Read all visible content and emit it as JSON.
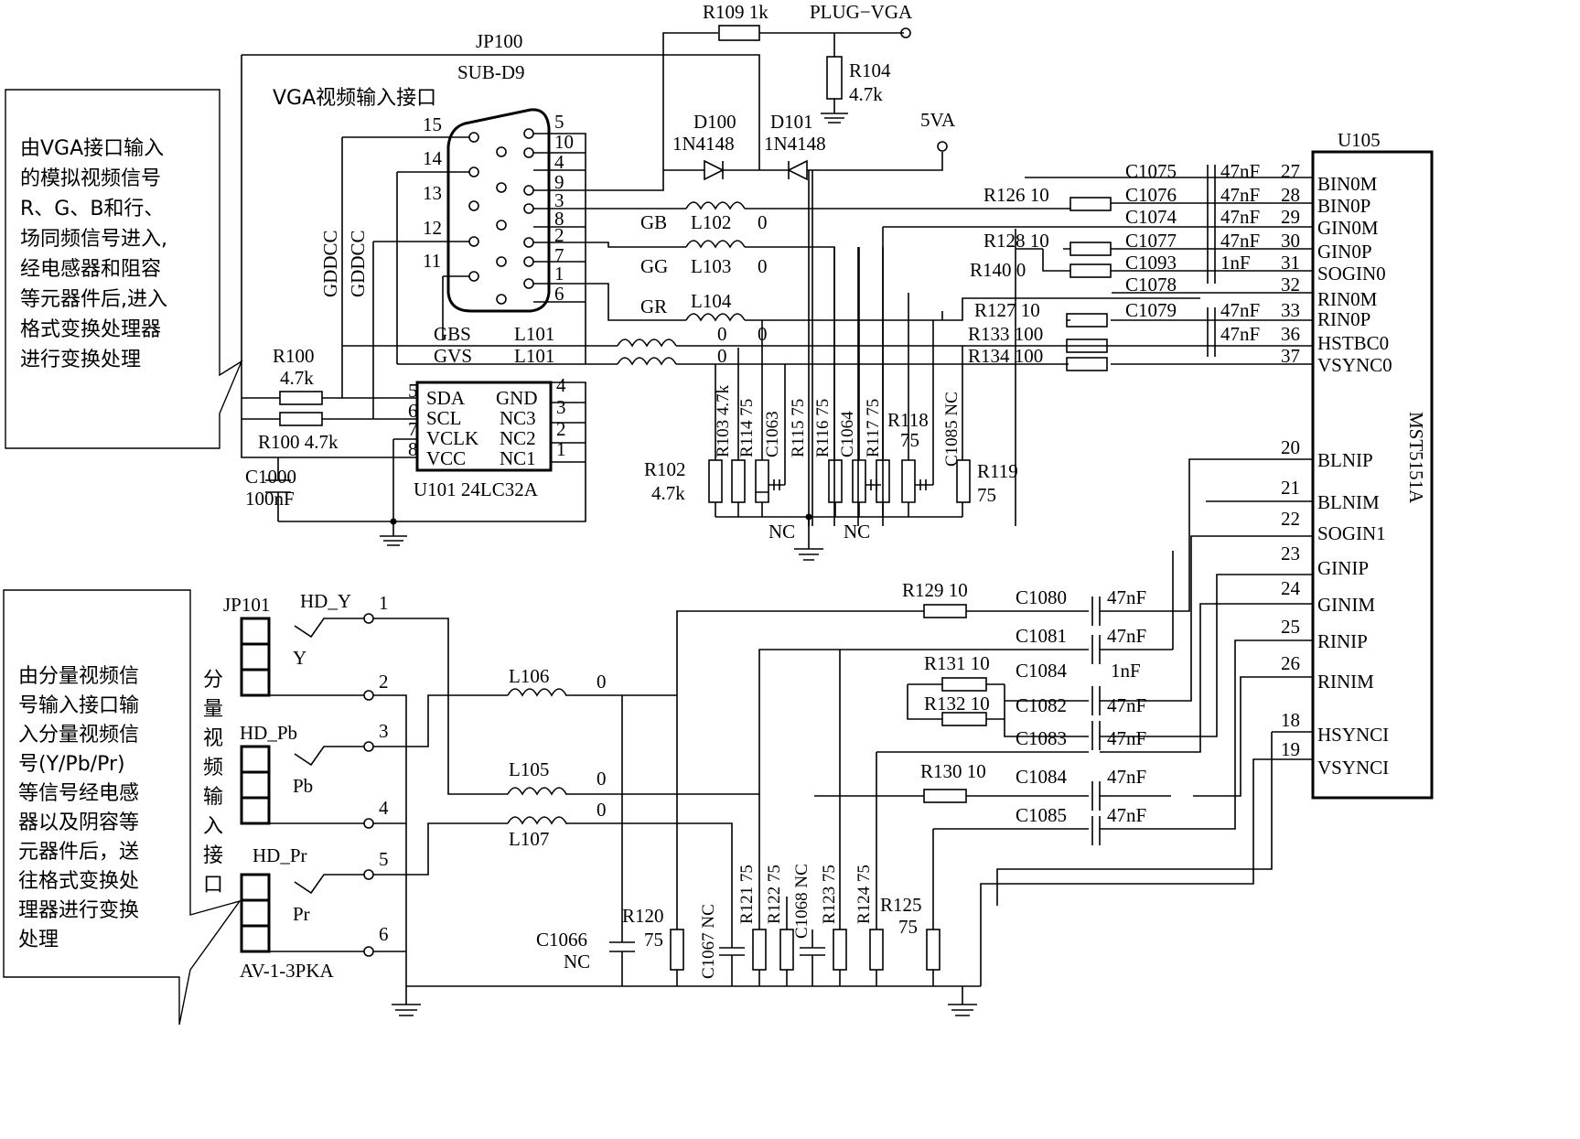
{
  "notes": {
    "vga": [
      "由VGA接口输入",
      "的模拟视频信号",
      "R、G、B和行、",
      "场同频信号进入,",
      "经电感器和阻容",
      "等元器件后,进入",
      "格式变换处理器",
      "进行变换处理"
    ],
    "component": [
      "由分量视频信",
      "号输入接口输",
      "入分量视频信",
      "号(Y/Pb/Pr)",
      "等信号经电感",
      "器以及阴容等",
      "元器件后，送",
      "往格式变换处",
      "理器进行变换",
      "处理"
    ]
  },
  "vga_connector": {
    "ref": "JP100",
    "type": "SUB-D9",
    "title": "VGA视频输入接口",
    "left_pins": [
      "15",
      "14",
      "13",
      "12",
      "11"
    ],
    "right_pins": [
      "5",
      "10",
      "4",
      "9",
      "3",
      "8",
      "2",
      "7",
      "1",
      "6"
    ]
  },
  "vertical_labels": {
    "gddcc1": "GDDCC",
    "gddcc2": "GDDCC"
  },
  "plug": {
    "label": "PLUG−VGA",
    "r109": "R109 1k",
    "r104_ref": "R104",
    "r104_val": "4.7k"
  },
  "diodes": {
    "d100_ref": "D100",
    "d100_val": "1N4148",
    "d101_ref": "D101",
    "d101_val": "1N4148",
    "supply": "5VA"
  },
  "inductors": {
    "gb": "GB",
    "l102": "L102",
    "l102_val": "0",
    "gg": "GG",
    "l103": "L103",
    "l103_val": "0",
    "gr": "GR",
    "l104": "L104",
    "gbs": "GBS",
    "l101a": "L101",
    "l101a_v1": "0",
    "l101a_v2": "0",
    "gvs": "GVS",
    "l101b": "L101",
    "l101b_v": "0"
  },
  "eeprom": {
    "ref": "U101 24LC32A",
    "left_pins": [
      {
        "num": "5",
        "name": "SDA"
      },
      {
        "num": "6",
        "name": "SCL"
      },
      {
        "num": "7",
        "name": "VCLK"
      },
      {
        "num": "8",
        "name": "VCC"
      }
    ],
    "right_pins": [
      {
        "num": "4",
        "name": "GND"
      },
      {
        "num": "3",
        "name": "NC3"
      },
      {
        "num": "2",
        "name": "NC2"
      },
      {
        "num": "1",
        "name": "NC1"
      }
    ],
    "r100_top_ref": "R100",
    "r100_top_val": "4.7k",
    "r100_bottom": "R100 4.7k",
    "c1000_ref": "C1000",
    "c1000_val": "100nF"
  },
  "vga_terminations": {
    "r102_ref": "R102",
    "r102_val": "4.7k",
    "vertical": [
      "R103 4.7k",
      "R114 75",
      "C1063",
      "R115 75",
      "R116 75",
      "C1064",
      "R117 75"
    ],
    "r118_ref": "R118",
    "r118_val": "75",
    "c1085": "C1085 NC",
    "r119_ref": "R119",
    "r119_val": "75",
    "nc1": "NC",
    "nc2": "NC"
  },
  "vga_caps": [
    {
      "ref": "C1075",
      "value": "47nF",
      "pin": "27",
      "signal": "BIN0M"
    },
    {
      "ref": "C1076",
      "value": "47nF",
      "pin": "28",
      "signal": "BIN0P",
      "resistor": "R126 10"
    },
    {
      "ref": "C1074",
      "value": "47nF",
      "pin": "29",
      "signal": "GIN0M"
    },
    {
      "ref": "C1077",
      "value": "47nF",
      "pin": "30",
      "signal": "GIN0P",
      "resistor": "R128 10"
    },
    {
      "ref": "C1093",
      "value": "1nF",
      "pin": "31",
      "signal": "SOGIN0",
      "resistor": "R140 0"
    },
    {
      "ref": "C1078",
      "value": "",
      "pin": "32",
      "signal": "RIN0M"
    },
    {
      "ref": "C1079",
      "value": "47nF",
      "pin": "33",
      "signal": "RIN0P",
      "resistor": "R127 10"
    },
    {
      "ref": "",
      "value": "47nF",
      "pin": "36",
      "signal": "HSTBC0",
      "resistor": "R133 100"
    },
    {
      "ref": "",
      "value": "",
      "pin": "37",
      "signal": "VSYNC0",
      "resistor": "R134 100"
    }
  ],
  "ic": {
    "ref": "U105",
    "part": "MST5151A",
    "lower_pins": [
      {
        "pin": "20",
        "signal": "BLNIP"
      },
      {
        "pin": "21",
        "signal": "BLNIM"
      },
      {
        "pin": "22",
        "signal": "SOGIN1"
      },
      {
        "pin": "23",
        "signal": "GINIP"
      },
      {
        "pin": "24",
        "signal": "GINIM"
      },
      {
        "pin": "25",
        "signal": "RINIP"
      },
      {
        "pin": "26",
        "signal": "RINIM"
      },
      {
        "pin": "18",
        "signal": "HSYNCI"
      },
      {
        "pin": "19",
        "signal": "VSYNCI"
      }
    ]
  },
  "component_connector": {
    "ref": "JP101",
    "part": "AV-1-3PKA",
    "vertical_title": [
      "分",
      "量",
      "视",
      "频",
      "输",
      "入",
      "接",
      "口"
    ],
    "jacks": [
      {
        "name": "HD_Y",
        "sub": "Y"
      },
      {
        "name": "HD_Pb",
        "sub": "Pb"
      },
      {
        "name": "HD_Pr",
        "sub": "Pr"
      }
    ],
    "pins": [
      "1",
      "2",
      "3",
      "4",
      "5",
      "6"
    ]
  },
  "component_inductors": {
    "l106": "L106",
    "l106_v": "0",
    "l105": "L105",
    "l105_v": "0",
    "l107": "L107",
    "l107_v": "0"
  },
  "component_caps": [
    {
      "ref": "C1080",
      "value": "47nF",
      "resistor": "R129 10"
    },
    {
      "ref": "C1081",
      "value": "47nF"
    },
    {
      "ref": "C1084",
      "value": "1nF",
      "resistor": "R131 10"
    },
    {
      "ref": "C1082",
      "value": "47nF",
      "resistor": "R132 10"
    },
    {
      "ref": "C1083",
      "value": "47nF"
    },
    {
      "ref": "C1084",
      "value": "47nF",
      "resistor": "R130 10"
    },
    {
      "ref": "C1085",
      "value": "47nF"
    }
  ],
  "component_terminations": {
    "c1066_ref": "C1066",
    "c1066_val": "NC",
    "r120_ref": "R120",
    "r120_val": "75",
    "vertical": [
      "C1067 NC",
      "R121 75",
      "R122 75",
      "C1068 NC",
      "R123 75",
      "R124 75"
    ],
    "r125_ref": "R125",
    "r125_val": "75"
  }
}
